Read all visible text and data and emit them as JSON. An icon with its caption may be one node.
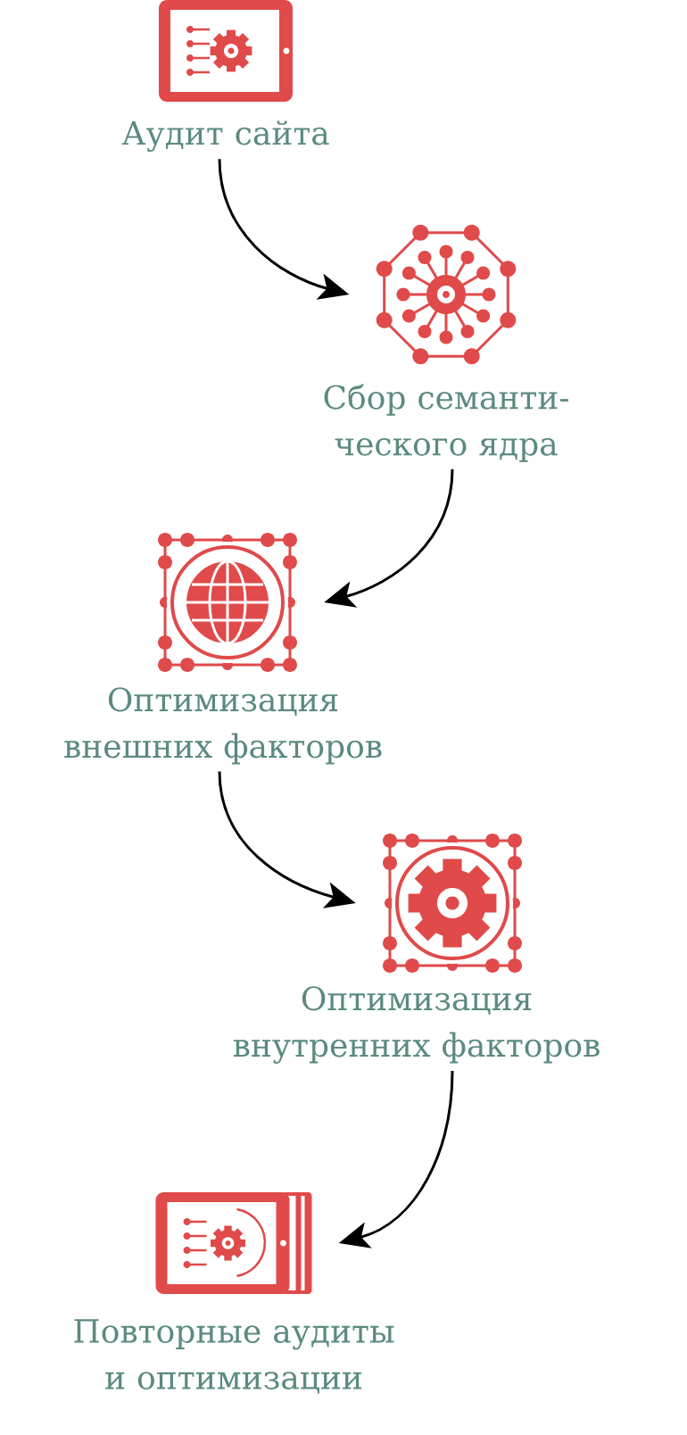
{
  "diagram": {
    "nodes": [
      {
        "text": [],
        "shape": "picture"
      },
      {
        "text": [
          "Аудит сайта"
        ]
      },
      {
        "text": [],
        "shape": "picture"
      },
      {
        "text": [
          "Сбор семанти- ческого ядра"
        ]
      },
      {
        "text": [],
        "shape": "picture"
      },
      {
        "text": [
          "Оптимизация внешних факторов"
        ]
      },
      {
        "text": [],
        "shape": "picture"
      },
      {
        "text": [
          "Оптимизация внутренних факторов"
        ]
      },
      {
        "text": [],
        "shape": "picture"
      },
      {
        "text": [
          "Повторные аудиты и оптимизации"
        ]
      }
    ],
    "edges": [
      {
        "from": 1,
        "to": 2,
        "arrow": "to"
      },
      {
        "from": 3,
        "to": 4,
        "arrow": "to"
      },
      {
        "from": 5,
        "to": 6,
        "arrow": "to"
      },
      {
        "from": 7,
        "to": 8,
        "arrow": "to"
      }
    ]
  }
}
